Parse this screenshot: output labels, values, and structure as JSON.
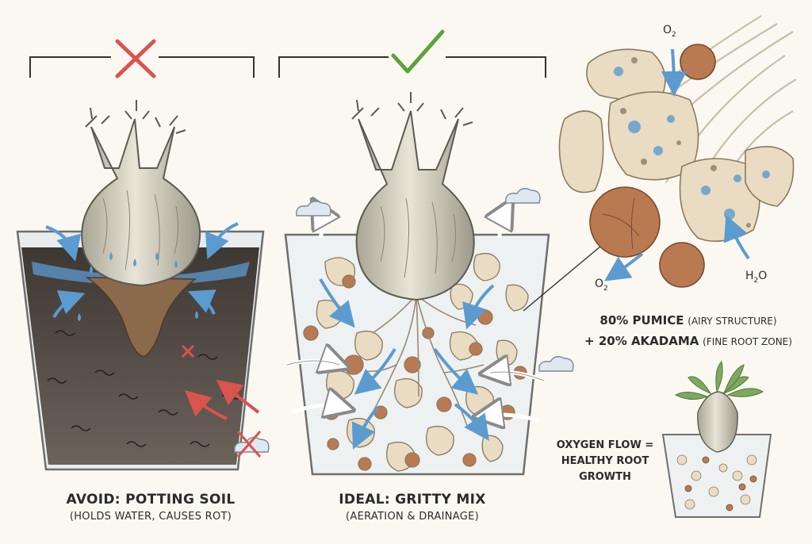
{
  "panels": {
    "avoid": {
      "verdict_icon": "cross-icon",
      "title": "AVOID: POTTING SOIL",
      "subtitle": "(HOLDS WATER, CAUSES ROT)"
    },
    "ideal": {
      "verdict_icon": "checkmark-icon",
      "title": "IDEAL: GRITTY MIX",
      "subtitle": "(AERATION & DRAINAGE)"
    }
  },
  "closeup": {
    "o2_top": "O",
    "o2_top_sub": "2",
    "o2_bottom": "O",
    "o2_bottom_sub": "2",
    "h2o_a": "H",
    "h2o_sub": "2",
    "h2o_b": "O"
  },
  "mix": {
    "line1_pct": "80% PUMICE",
    "line1_desc": "(AIRY STRUCTURE)",
    "line2_pct": "+ 20% AKADAMA",
    "line2_desc": "(FINE ROOT ZONE)"
  },
  "oxygen": {
    "line1": "OXYGEN FLOW =",
    "line2": "HEALTHY ROOT",
    "line3": "GROWTH"
  },
  "colors": {
    "bad": "#d9534f",
    "good": "#5aa33d",
    "water": "#5b9bd0",
    "soil": "#4a4038",
    "pumice": "#e9dcc2",
    "akadama": "#b97a52"
  }
}
